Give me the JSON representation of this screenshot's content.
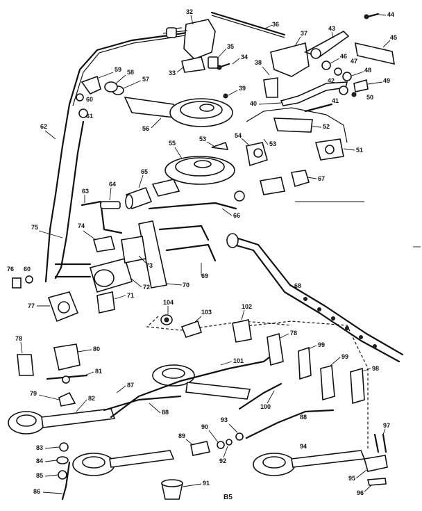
{
  "diagram_code": "B5",
  "callouts": [
    "32",
    "33",
    "34",
    "35",
    "36",
    "37",
    "38",
    "39",
    "40",
    "41",
    "42",
    "43",
    "44",
    "45",
    "46",
    "47",
    "48",
    "49",
    "50",
    "51",
    "52",
    "53",
    "54",
    "55",
    "56",
    "57",
    "58",
    "59",
    "60",
    "61",
    "62",
    "63",
    "64",
    "65",
    "66",
    "67",
    "68",
    "69",
    "70",
    "71",
    "72",
    "73",
    "74",
    "75",
    "76",
    "77",
    "78",
    "79",
    "80",
    "81",
    "82",
    "83",
    "84",
    "85",
    "86",
    "87",
    "88",
    "89",
    "90",
    "91",
    "92",
    "93",
    "94",
    "95",
    "96",
    "97",
    "98",
    "99",
    "100",
    "101",
    "102",
    "103",
    "104"
  ]
}
